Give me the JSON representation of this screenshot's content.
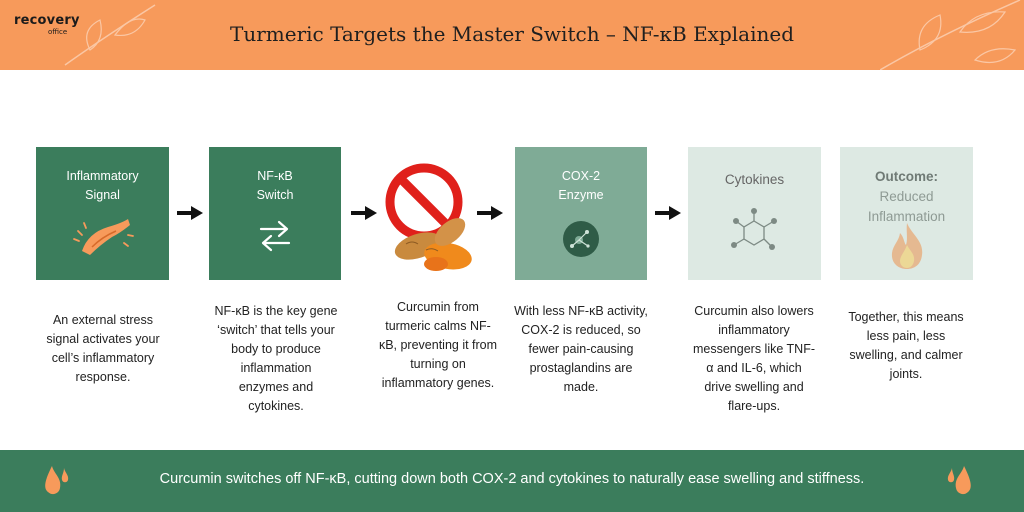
{
  "header": {
    "title": "Turmeric Targets the Master Switch – NF-κB Explained",
    "logo_text": "recovery",
    "logo_sub": "office"
  },
  "colors": {
    "header_bg": "#f79a5b",
    "dark_green": "#3b7d5c",
    "mid_green": "#7fab96",
    "light_green": "#dde9e3",
    "footer_bg": "#3b7d5c",
    "accent_orange": "#f79a5b"
  },
  "steps": [
    {
      "label_lines": [
        "Inflammatory",
        "Signal"
      ],
      "icon": "inflamed-muscle-icon",
      "description_lines": [
        "An external stress",
        "signal activates your",
        "cell’s inflammatory",
        "response."
      ]
    },
    {
      "label_lines": [
        "NF-κB",
        "Switch"
      ],
      "icon": "switch-arrows-icon",
      "description_lines": [
        "NF-κB is the key gene",
        "‘switch’ that tells your",
        "body to produce",
        "inflammation",
        "enzymes and",
        "cytokines."
      ]
    },
    {
      "label_lines": [],
      "icon": "turmeric-prohibited-icon",
      "description_lines": [
        "Curcumin from",
        "turmeric calms NF-",
        "κB, preventing it from",
        "turning on",
        "inflammatory genes."
      ]
    },
    {
      "label_lines": [
        "COX-2",
        "Enzyme"
      ],
      "icon": "enzyme-molecule-icon",
      "description_lines": [
        "With less NF-κB activity,",
        "COX-2 is reduced, so",
        "fewer pain-causing",
        "prostaglandins are",
        "made."
      ]
    },
    {
      "label_lines": [
        "Cytokines"
      ],
      "icon": "molecule-structure-icon",
      "description_lines": [
        "Curcumin also lowers",
        "inflammatory",
        "messengers like TNF-",
        "α and IL-6, which",
        "drive swelling and",
        "flare-ups."
      ]
    },
    {
      "label_lines": [
        "Outcome:",
        "Reduced",
        "Inflammation"
      ],
      "icon": "flame-icon",
      "description_lines": [
        "Together, this means",
        "less pain, less",
        "swelling, and calmer",
        "joints."
      ]
    }
  ],
  "footer": {
    "text": "Curcumin switches off NF-κB, cutting down both COX-2 and cytokines to naturally ease swelling and stiffness."
  }
}
